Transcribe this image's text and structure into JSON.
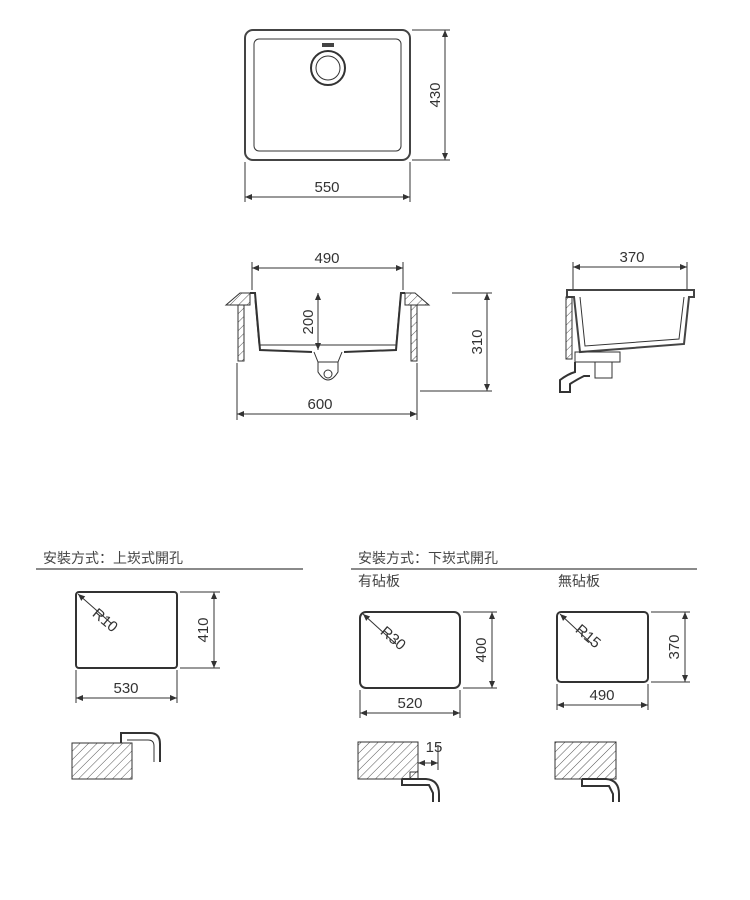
{
  "top_view": {
    "width": "550",
    "depth": "430"
  },
  "front_section": {
    "inner_width": "490",
    "bowl_depth": "200",
    "total_height": "310",
    "outer_width": "600"
  },
  "side_section": {
    "depth": "370"
  },
  "top_mount": {
    "heading": "安裝方式：上崁式開孔",
    "radius": "R10",
    "height": "410",
    "width": "530"
  },
  "under_mount": {
    "heading": "安裝方式：下崁式開孔",
    "with_board": {
      "label": "有砧板",
      "radius": "R30",
      "height": "400",
      "width": "520",
      "offset": "15"
    },
    "without_board": {
      "label": "無砧板",
      "radius": "R15",
      "height": "370",
      "width": "490"
    }
  },
  "colors": {
    "line": "#333333",
    "text": "#333333"
  }
}
